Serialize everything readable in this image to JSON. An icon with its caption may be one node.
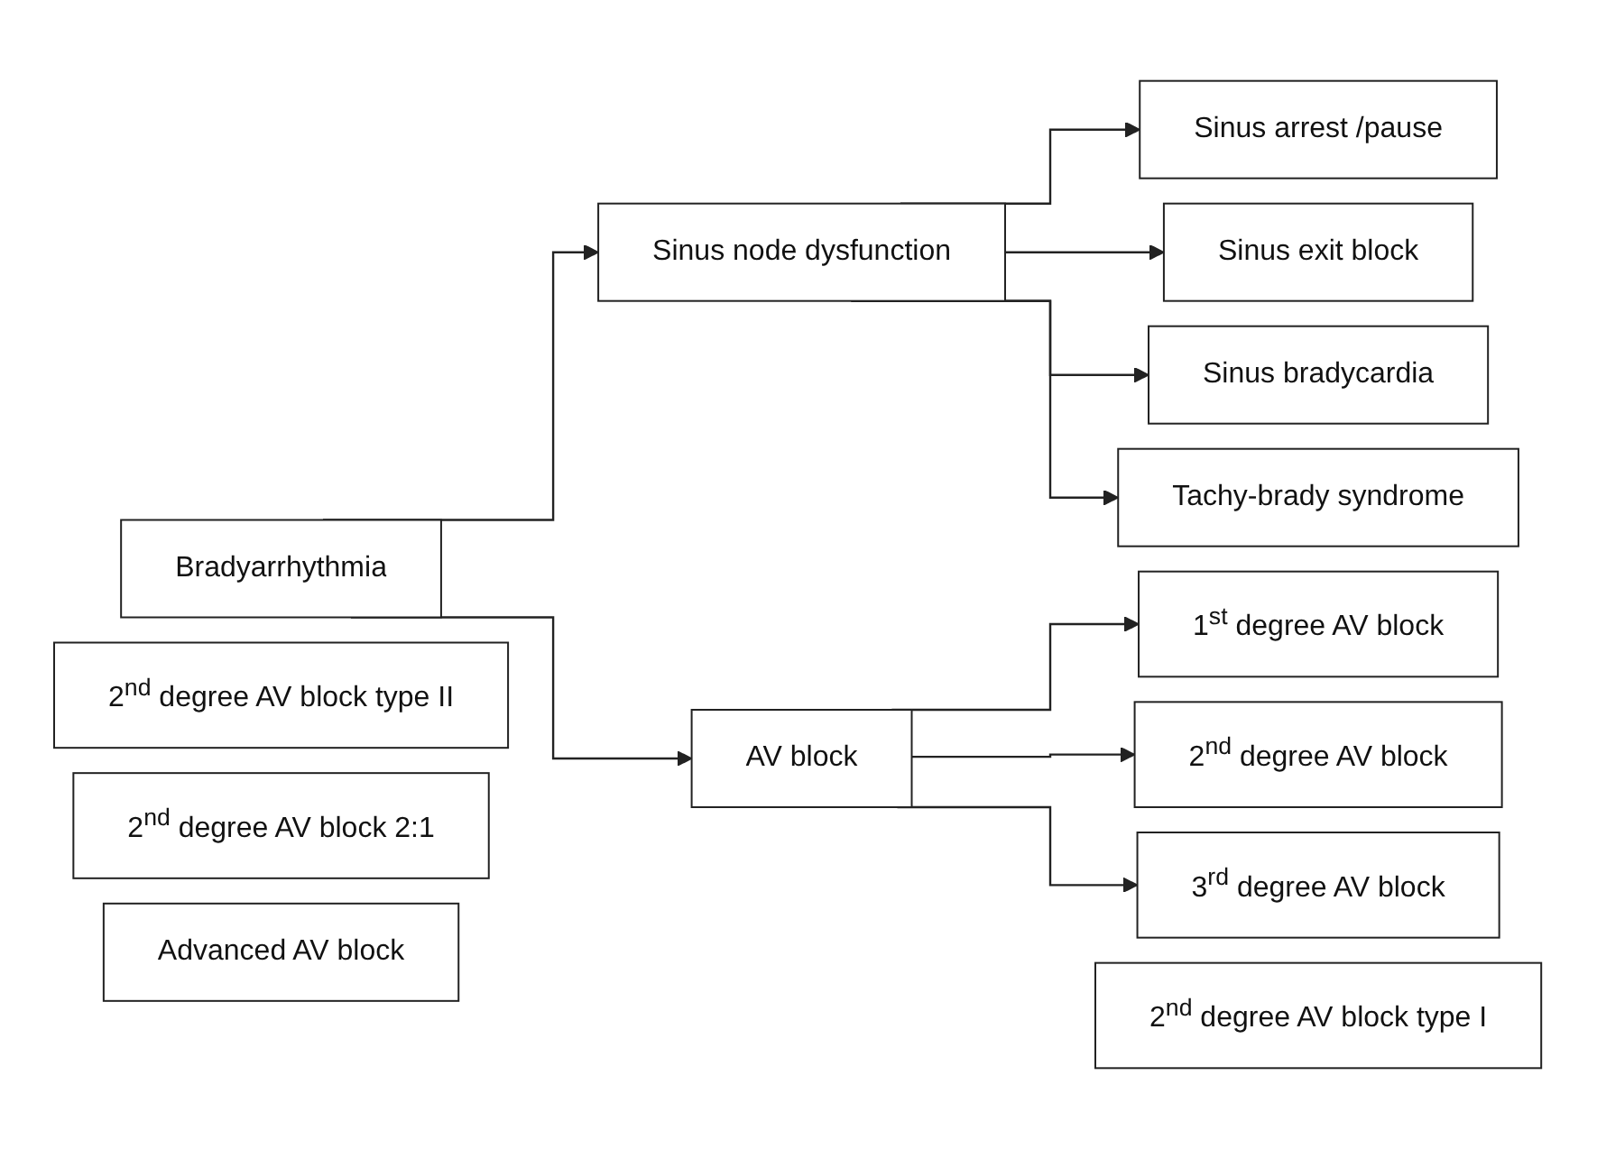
{
  "diagram": {
    "nodes": [
      {
        "text": [
          "Bradyarrhythmia"
        ]
      },
      {
        "text": [
          "Sinus node dysfunction"
        ]
      },
      {
        "text": [
          "AV block"
        ]
      },
      {
        "text": [
          "Sinus arrest /pause"
        ]
      },
      {
        "text": [
          "Sinus exit block"
        ]
      },
      {
        "text": [
          "Sinus bradycardia"
        ]
      },
      {
        "text": [
          "Tachy-brady syndrome"
        ]
      },
      {
        "text": [
          "1$^{st}$ degree AV block"
        ]
      },
      {
        "text": [
          "2$^{nd}$ degree AV block"
        ]
      },
      {
        "text": [
          "2$^{nd}$ degree AV block type I"
        ]
      },
      {
        "text": [
          "2$^{nd}$ degree AV block type II"
        ]
      },
      {
        "text": [
          "2$^{nd}$ degree AV block 2:1"
        ]
      },
      {
        "text": [
          "Advanced AV block"
        ]
      },
      {
        "text": [
          "3$^{rd}$ degree AV block"
        ]
      }
    ],
    "edges": [
      {
        "from": 0,
        "to": 1,
        "arrow": "to"
      },
      {
        "from": 0,
        "to": 2,
        "arrow": "to"
      },
      {
        "from": 1,
        "to": 3,
        "arrow": "to"
      },
      {
        "from": 1,
        "to": 4,
        "arrow": "to"
      },
      {
        "from": 1,
        "to": 5,
        "arrow": "to"
      },
      {
        "from": 1,
        "to": 6,
        "arrow": "to"
      },
      {
        "from": 2,
        "to": 7,
        "arrow": "to"
      },
      {
        "from": 2,
        "to": 8,
        "arrow": "to"
      },
      {
        "from": 2,
        "to": 13,
        "arrow": "to"
      }
    ]
  }
}
